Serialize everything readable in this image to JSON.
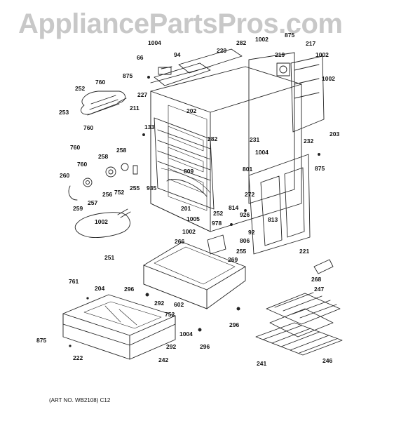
{
  "watermark": "AppliancePartsPros.com",
  "caption": "(ART NO. WB2108) C12",
  "part_labels": [
    "1004",
    "94",
    "66",
    "875",
    "229",
    "282",
    "1002",
    "875",
    "219",
    "217",
    "1002",
    "1002",
    "760",
    "252",
    "227",
    "211",
    "202",
    "253",
    "760",
    "133",
    "760",
    "282",
    "231",
    "203",
    "232",
    "1004",
    "875",
    "258",
    "258",
    "760",
    "801",
    "809",
    "260",
    "256",
    "257",
    "752",
    "255",
    "935",
    "272",
    "259",
    "201",
    "814",
    "1005",
    "252",
    "926",
    "813",
    "1002",
    "978",
    "92",
    "1002",
    "806",
    "255",
    "251",
    "266",
    "221",
    "269",
    "761",
    "204",
    "296",
    "292",
    "602",
    "752",
    "268",
    "247",
    "296",
    "1004",
    "296",
    "292",
    "875",
    "222",
    "242",
    "241",
    "246"
  ]
}
